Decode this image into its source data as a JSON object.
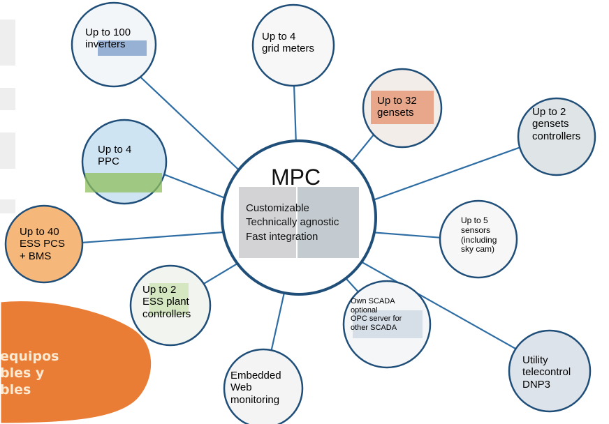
{
  "hub": {
    "title": "MPC",
    "lines": "Customizable\nTechnically agnostic\nFast integration"
  },
  "nodes": {
    "inverters": "Up to 100\ninverters",
    "grid_meters": "Up to 4\ngrid meters",
    "gensets": "Up to 32\ngensets",
    "genset_controllers": "Up to 2\ngensets\ncontrollers",
    "ppc": "Up to 4\nPPC",
    "ess_pcs": "Up to 40\nESS PCS\n+ BMS",
    "sensors": "Up to 5\nsensors\n(including\nsky cam)",
    "ess_plant": "Up to 2\nESS plant\ncontrollers",
    "scada": "Own SCADA\noptional\nOPC server for\nother SCADA",
    "web": "Embedded\nWeb\nmonitoring",
    "telecontrol": "Utility\ntelecontrol\nDNP3"
  },
  "blob": {
    "text": "equipos\nbles y\nbles"
  },
  "colors": {
    "circle_stroke": "#1f4e79",
    "lines": "#2e6da4",
    "ess_pcs_fill": "#f6b87a",
    "blob_fill": "#ea7d36",
    "gensets_fill": "#e8a78a"
  }
}
